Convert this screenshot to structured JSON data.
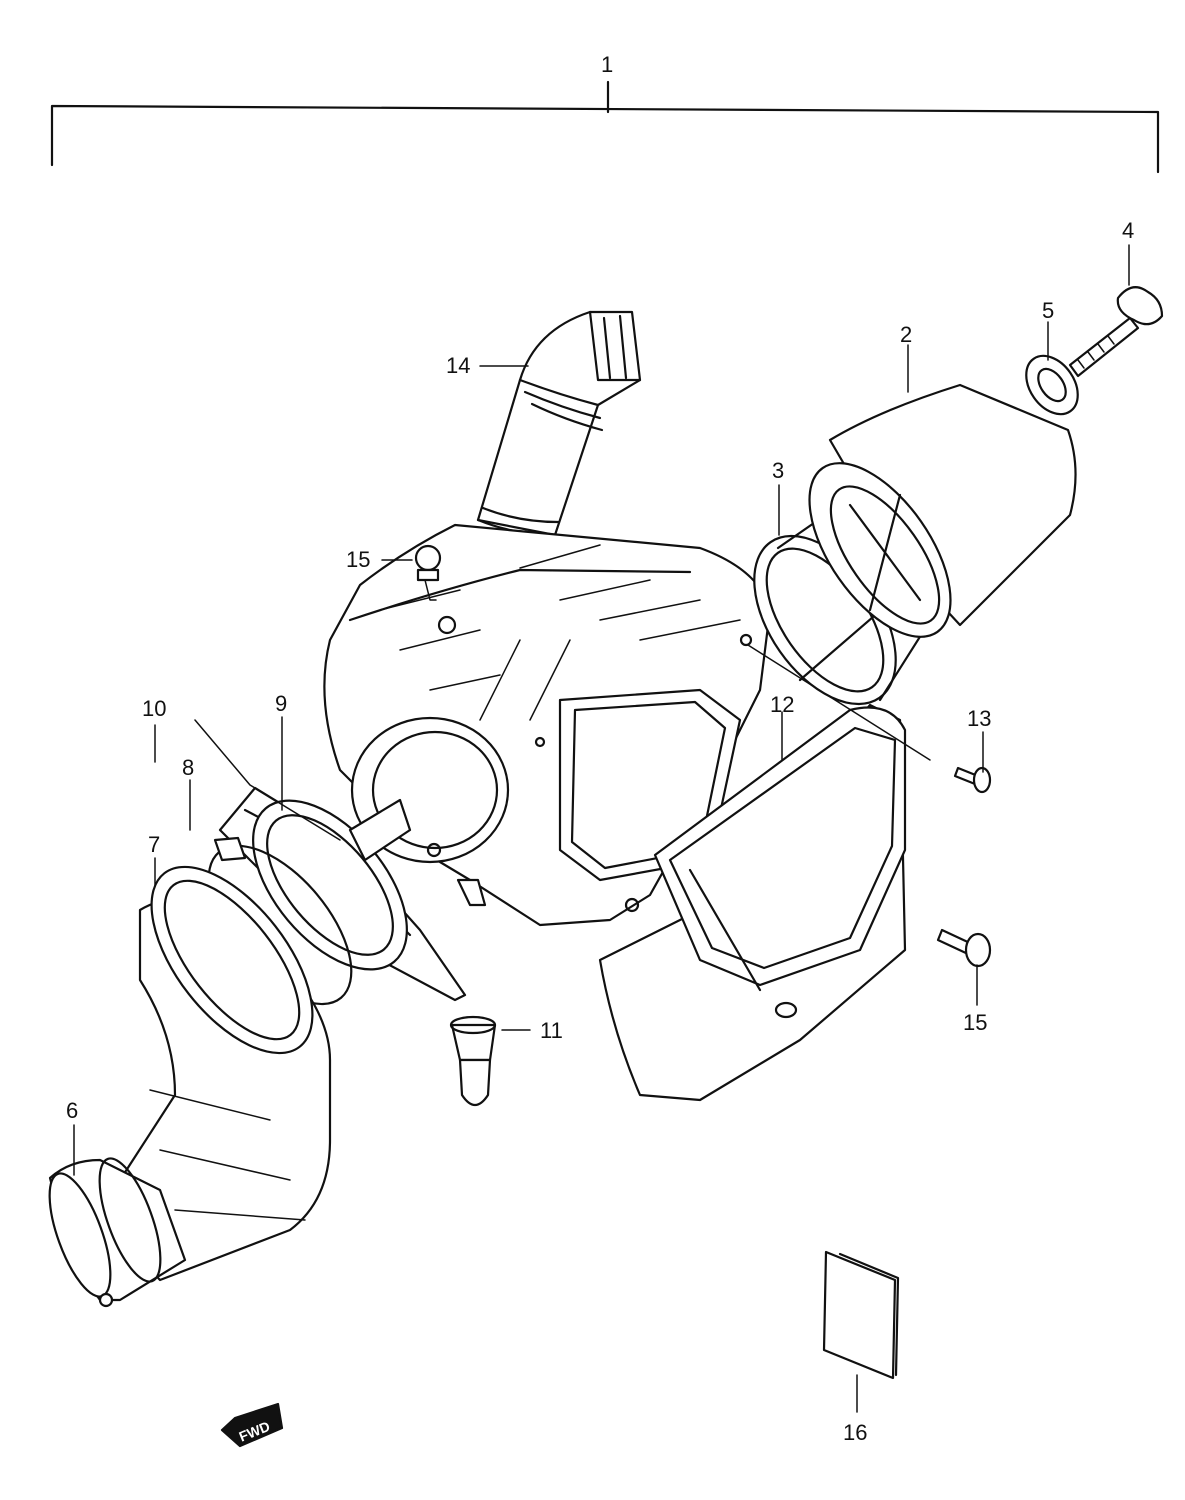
{
  "diagram": {
    "callouts": [
      {
        "id": "1",
        "text": "1"
      },
      {
        "id": "2",
        "text": "2"
      },
      {
        "id": "3",
        "text": "3"
      },
      {
        "id": "4",
        "text": "4"
      },
      {
        "id": "5",
        "text": "5"
      },
      {
        "id": "6",
        "text": "6"
      },
      {
        "id": "7",
        "text": "7"
      },
      {
        "id": "8",
        "text": "8"
      },
      {
        "id": "9",
        "text": "9"
      },
      {
        "id": "10",
        "text": "10"
      },
      {
        "id": "11",
        "text": "11"
      },
      {
        "id": "12",
        "text": "12"
      },
      {
        "id": "13",
        "text": "13"
      },
      {
        "id": "14",
        "text": "14"
      },
      {
        "id": "15a",
        "text": "15"
      },
      {
        "id": "15b",
        "text": "15"
      },
      {
        "id": "16",
        "text": "16"
      }
    ],
    "fwd_badge": "FWD"
  }
}
